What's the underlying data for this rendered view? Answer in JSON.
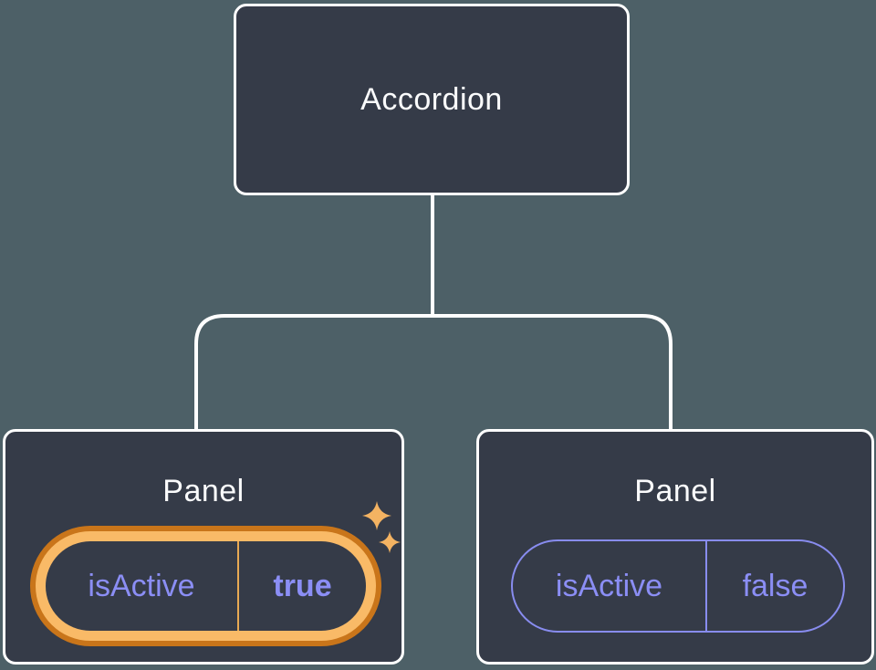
{
  "tree": {
    "root": {
      "label": "Accordion"
    },
    "children": [
      {
        "label": "Panel",
        "state": {
          "name": "isActive",
          "value": "true"
        },
        "highlighted": true
      },
      {
        "label": "Panel",
        "state": {
          "name": "isActive",
          "value": "false"
        },
        "highlighted": false
      }
    ]
  },
  "icons": {
    "sparkle": "four-point-star-sparkles"
  },
  "colors": {
    "background": "#4D6067",
    "box_fill": "#353B48",
    "box_border": "#FFFFFF",
    "connector": "#FFFFFF",
    "title_text": "#FAFBFC",
    "state_text": "#8B8EF5",
    "pill_border_purple": "#888CEF",
    "highlight_ring_outer": "#C9751A",
    "highlight_ring_inner": "#F9BA67",
    "highlight_divider": "#E8A953",
    "sparkle": "#F4B362"
  }
}
